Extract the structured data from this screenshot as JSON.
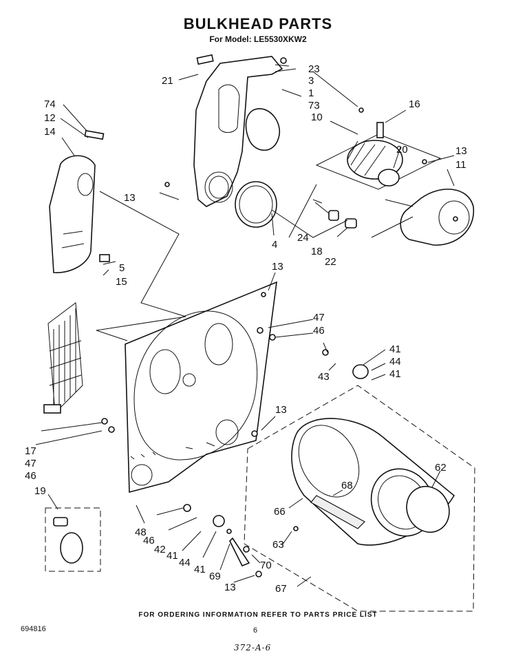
{
  "title": "BULKHEAD PARTS",
  "subtitle": "For Model: LE5530XKW2",
  "footer": "FOR ORDERING INFORMATION REFER TO PARTS PRICE LIST",
  "doc_number": "694816",
  "page_number": "6",
  "handwritten_note": "372-A-6",
  "callouts": [
    "21",
    "3",
    "1",
    "23",
    "73",
    "74",
    "12",
    "14",
    "16",
    "10",
    "20",
    "13",
    "11",
    "13",
    "4",
    "24",
    "18",
    "22",
    "5",
    "15",
    "13",
    "47",
    "46",
    "41",
    "44",
    "41",
    "43",
    "13",
    "17",
    "47",
    "46",
    "19",
    "48",
    "46",
    "42",
    "41",
    "44",
    "41",
    "69",
    "70",
    "13",
    "62",
    "68",
    "66",
    "63",
    "67"
  ]
}
